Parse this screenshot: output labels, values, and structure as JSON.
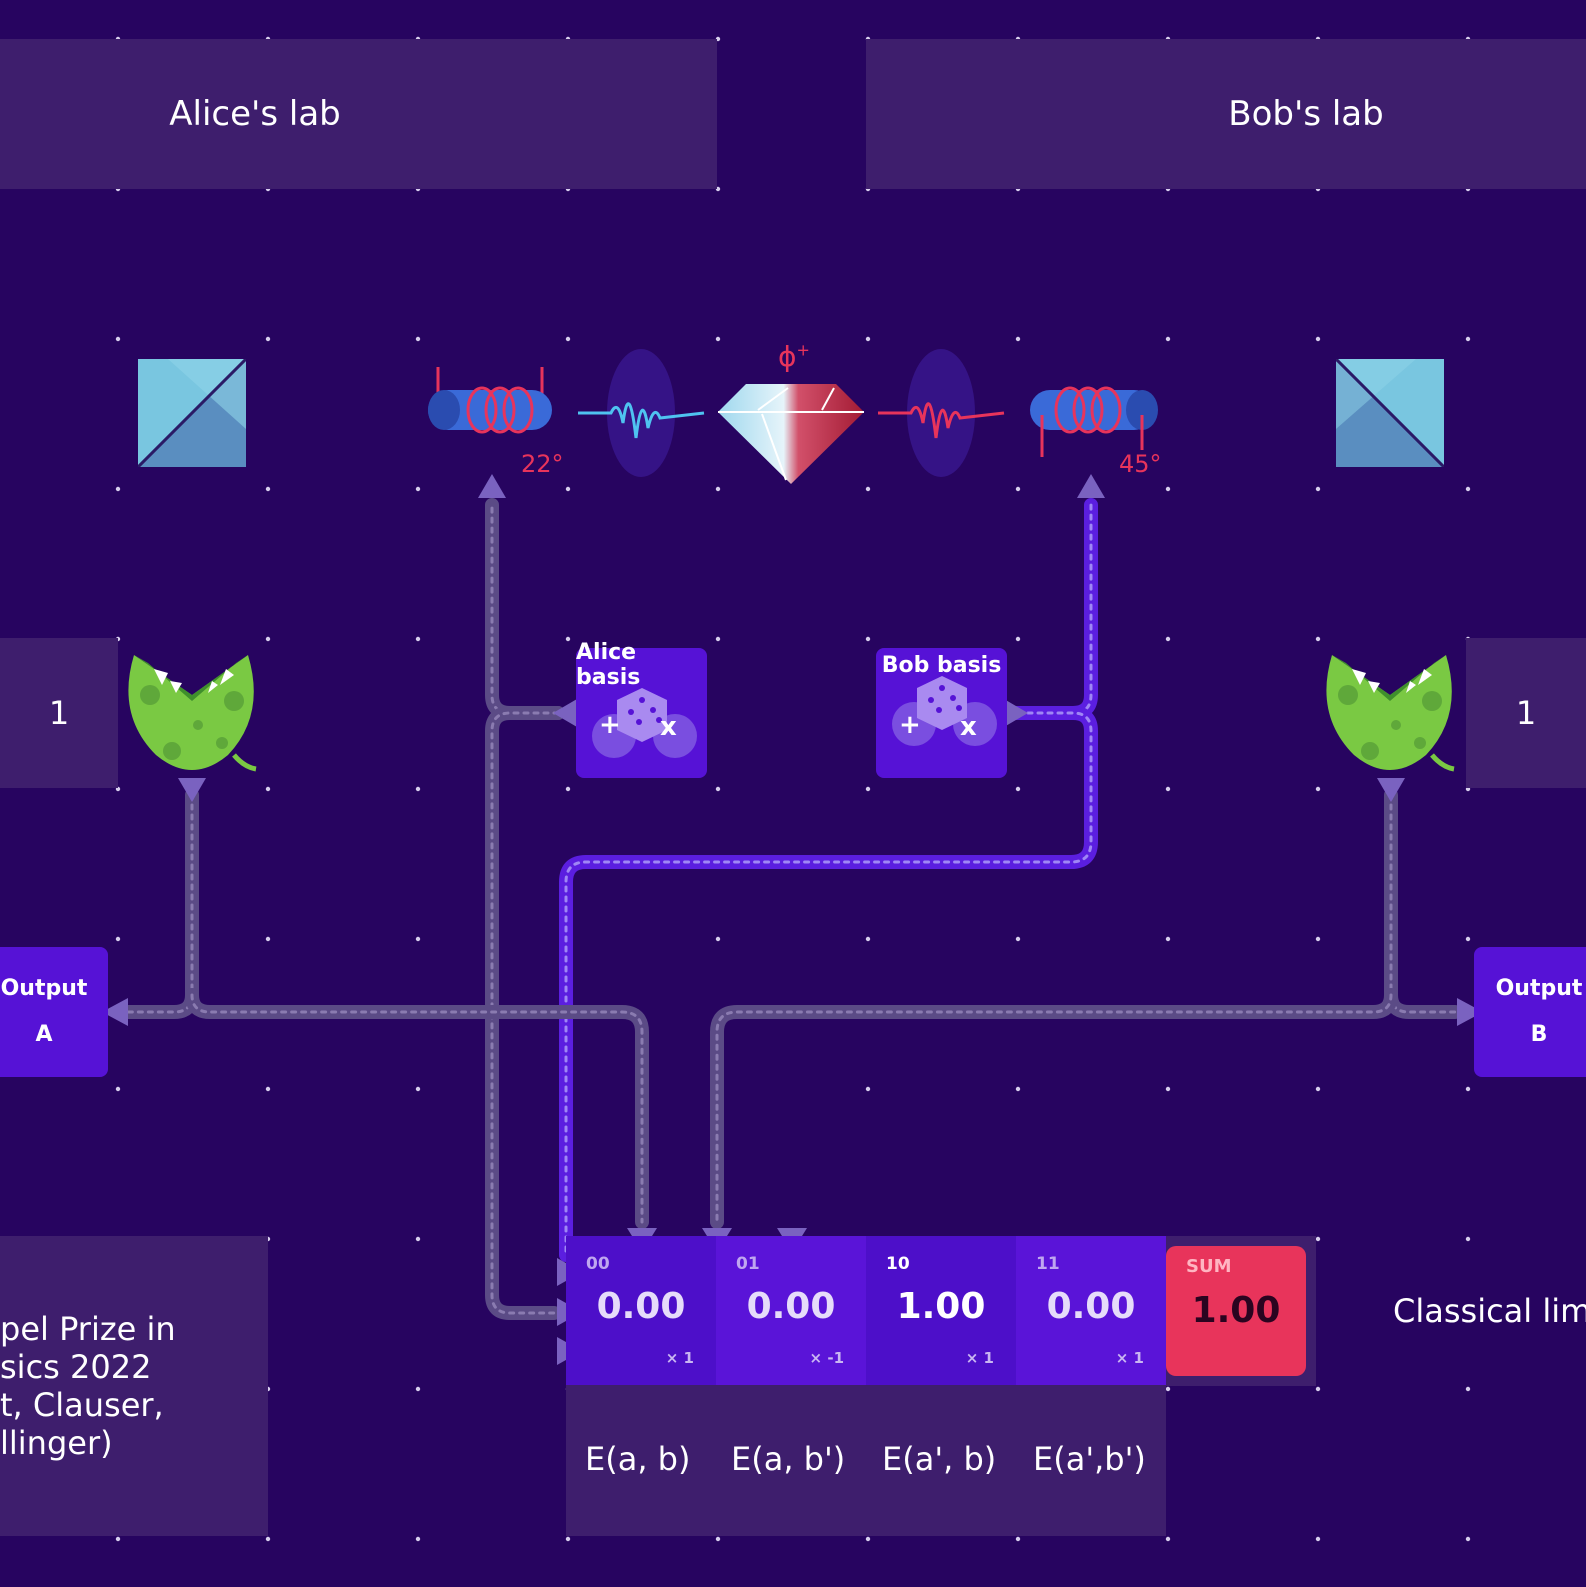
{
  "labs": {
    "alice": "Alice's lab",
    "bob": "Bob's lab"
  },
  "source": {
    "state": "ϕ",
    "state_sup": "+"
  },
  "polarizers": {
    "alice_angle": "22°",
    "bob_angle": "45°"
  },
  "basis": {
    "alice": {
      "title": "Alice basis",
      "plus": "+",
      "cross": "x"
    },
    "bob": {
      "title": "Bob basis",
      "plus": "+",
      "cross": "x"
    }
  },
  "detector_values": {
    "a": "1",
    "b": "1"
  },
  "outputs": {
    "a": {
      "line1": "Output",
      "line2": "A"
    },
    "b": {
      "line1": "Output",
      "line2": "B"
    }
  },
  "counters": [
    {
      "label": "00",
      "value": "0.00",
      "mult": "× 1"
    },
    {
      "label": "01",
      "value": "0.00",
      "mult": "× -1"
    },
    {
      "label": "10",
      "value": "1.00",
      "mult": "× 1"
    },
    {
      "label": "11",
      "value": "0.00",
      "mult": "× 1"
    }
  ],
  "sum": {
    "label": "SUM",
    "value": "1.00"
  },
  "expectations": [
    "E(a, b)",
    "E(a, b')",
    "E(a', b)",
    "E(a',b')"
  ],
  "notes": {
    "nobel": [
      "pel Prize in",
      "sics 2022",
      "t, Clauser,",
      "llinger)"
    ],
    "classical": "Classical lim"
  },
  "colors": {
    "background": "#270460",
    "panel": "#3e1e6d",
    "tile": "#5612d6",
    "wire_inactive": "#5b4b86",
    "wire_active": "#5b1ee0",
    "sum": "#e8345b",
    "angle": "#e8345b"
  }
}
